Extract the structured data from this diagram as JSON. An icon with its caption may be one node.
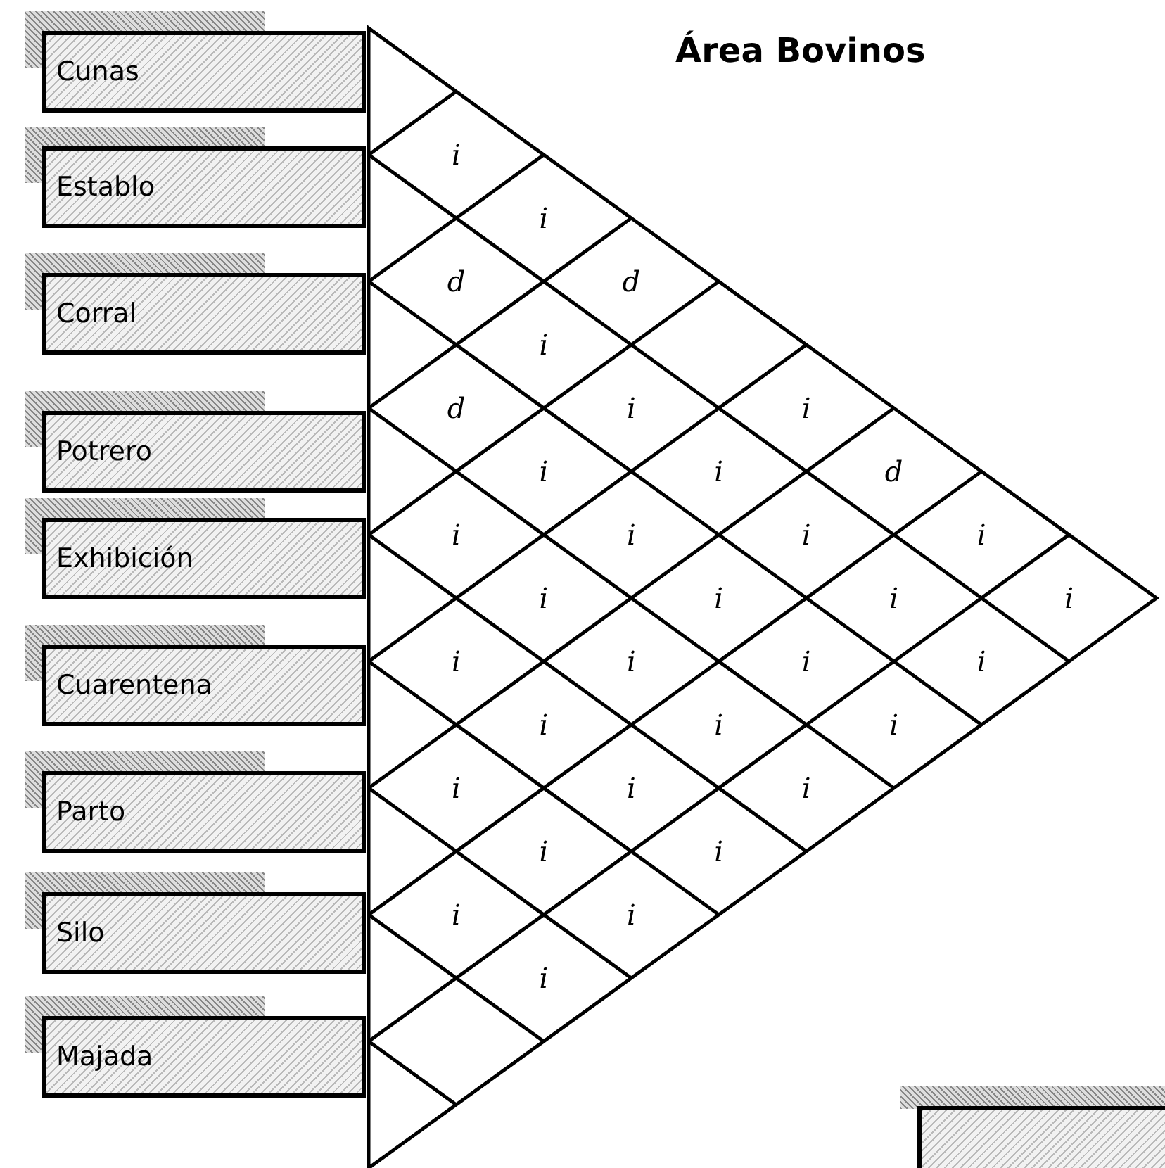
{
  "diagram": {
    "title": "Área Bovinos",
    "nodes": [
      {
        "text": [
          "Cunas"
        ]
      },
      {
        "text": [
          "Establo"
        ]
      },
      {
        "text": [
          "Corral"
        ]
      },
      {
        "text": [
          "Potrero"
        ]
      },
      {
        "text": [
          "Exhibición"
        ]
      },
      {
        "text": [
          "Cuarentena"
        ]
      },
      {
        "text": [
          "Parto"
        ]
      },
      {
        "text": [
          "Silo"
        ]
      },
      {
        "text": [
          "Majada"
        ]
      },
      {
        "text": [],
        "shape": "box"
      }
    ],
    "edges": [],
    "labels": [
      "i",
      "i",
      "d",
      "d",
      "i",
      "d",
      "i",
      "i",
      "i",
      "i",
      "d",
      "i",
      "i",
      "i",
      "i",
      "i",
      "i",
      "i",
      "i",
      "i",
      "i",
      "i",
      "i",
      "i",
      "i",
      "i",
      "i",
      "i",
      "i",
      "i",
      "i",
      "i",
      "i",
      "i"
    ]
  }
}
